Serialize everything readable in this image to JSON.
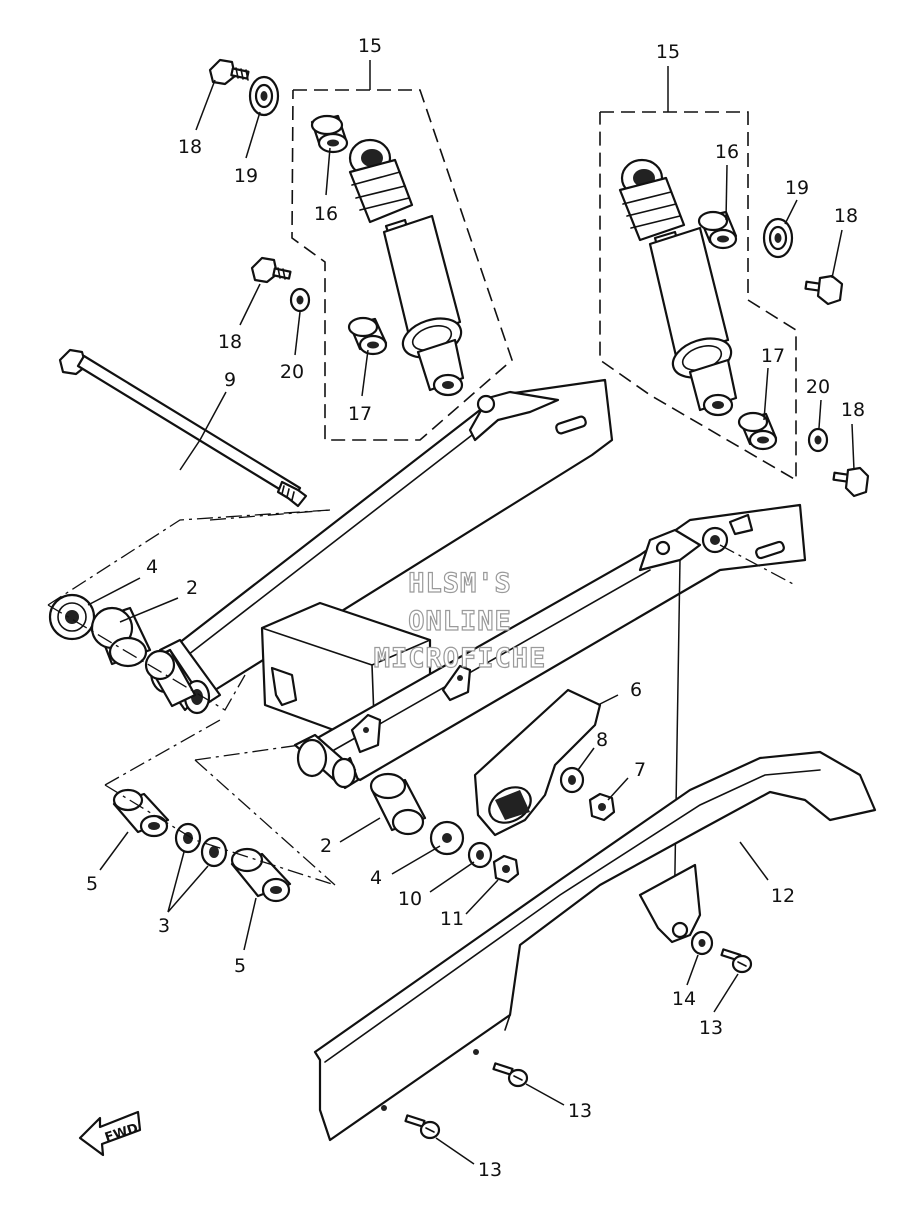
{
  "watermark": {
    "line1": "HLSM'S",
    "line2": "ONLINE",
    "line3": "MICROFICHE"
  },
  "fwd_label": "FWD",
  "callouts": {
    "c15_left": "15",
    "c15_right": "15",
    "c16_left": "16",
    "c16_right": "16",
    "c17_left": "17",
    "c17_right": "17",
    "c18_top_left": "18",
    "c18_mid_left": "18",
    "c18_right_upper": "18",
    "c18_right_lower": "18",
    "c19_left": "19",
    "c19_right": "19",
    "c20_left": "20",
    "c20_right": "20",
    "c9": "9",
    "c4_upper": "4",
    "c2_upper": "2",
    "c6": "6",
    "c8": "8",
    "c7": "7",
    "c2_lower": "2",
    "c4_lower": "4",
    "c10": "10",
    "c11": "11",
    "c5_left": "5",
    "c3": "3",
    "c5_right": "5",
    "c12": "12",
    "c14": "14",
    "c13_right": "13",
    "c13_mid": "13",
    "c13_bottom": "13"
  }
}
